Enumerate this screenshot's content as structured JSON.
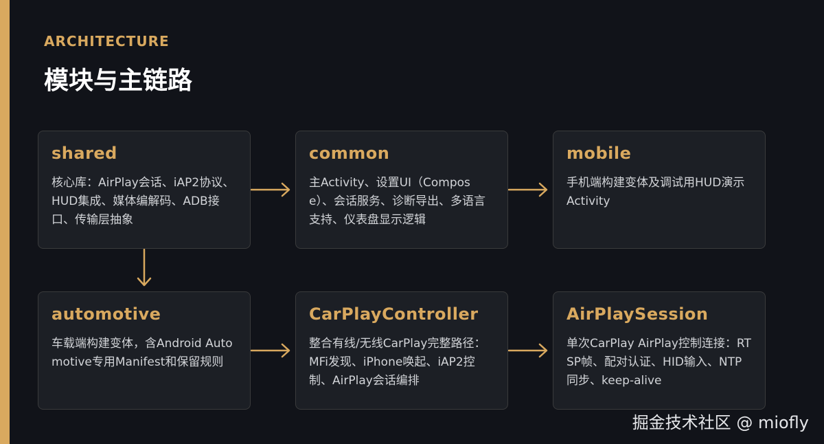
{
  "header": {
    "eyebrow": "ARCHITECTURE",
    "title": "模块与主链路"
  },
  "modules": [
    {
      "title": "shared",
      "desc": "核心库：AirPlay会话、iAP2协议、HUD集成、媒体编解码、ADB接口、传输层抽象"
    },
    {
      "title": "common",
      "desc": "主Activity、设置UI（Compose）、会话服务、诊断导出、多语言支持、仪表盘显示逻辑"
    },
    {
      "title": "mobile",
      "desc": "手机端构建变体及调试用HUD演示Activity"
    },
    {
      "title": "automotive",
      "desc": "车载端构建变体，含Android Automotive专用Manifest和保留规则"
    },
    {
      "title": "CarPlayController",
      "desc": "整合有线/无线CarPlay完整路径：MFi发现、iPhone唤起、iAP2控制、AirPlay会话编排"
    },
    {
      "title": "AirPlaySession",
      "desc": "单次CarPlay AirPlay控制连接：RTSP帧、配对认证、HID输入、NTP同步、keep-alive"
    }
  ],
  "watermark": "掘金技术社区 @ miofly",
  "colors": {
    "background": "#111319",
    "accent": "#d9a95f",
    "card_background": "#1c1f25",
    "card_border": "#3a3b3c",
    "title_text": "#ffffff",
    "body_text": "#d2d4d8"
  }
}
